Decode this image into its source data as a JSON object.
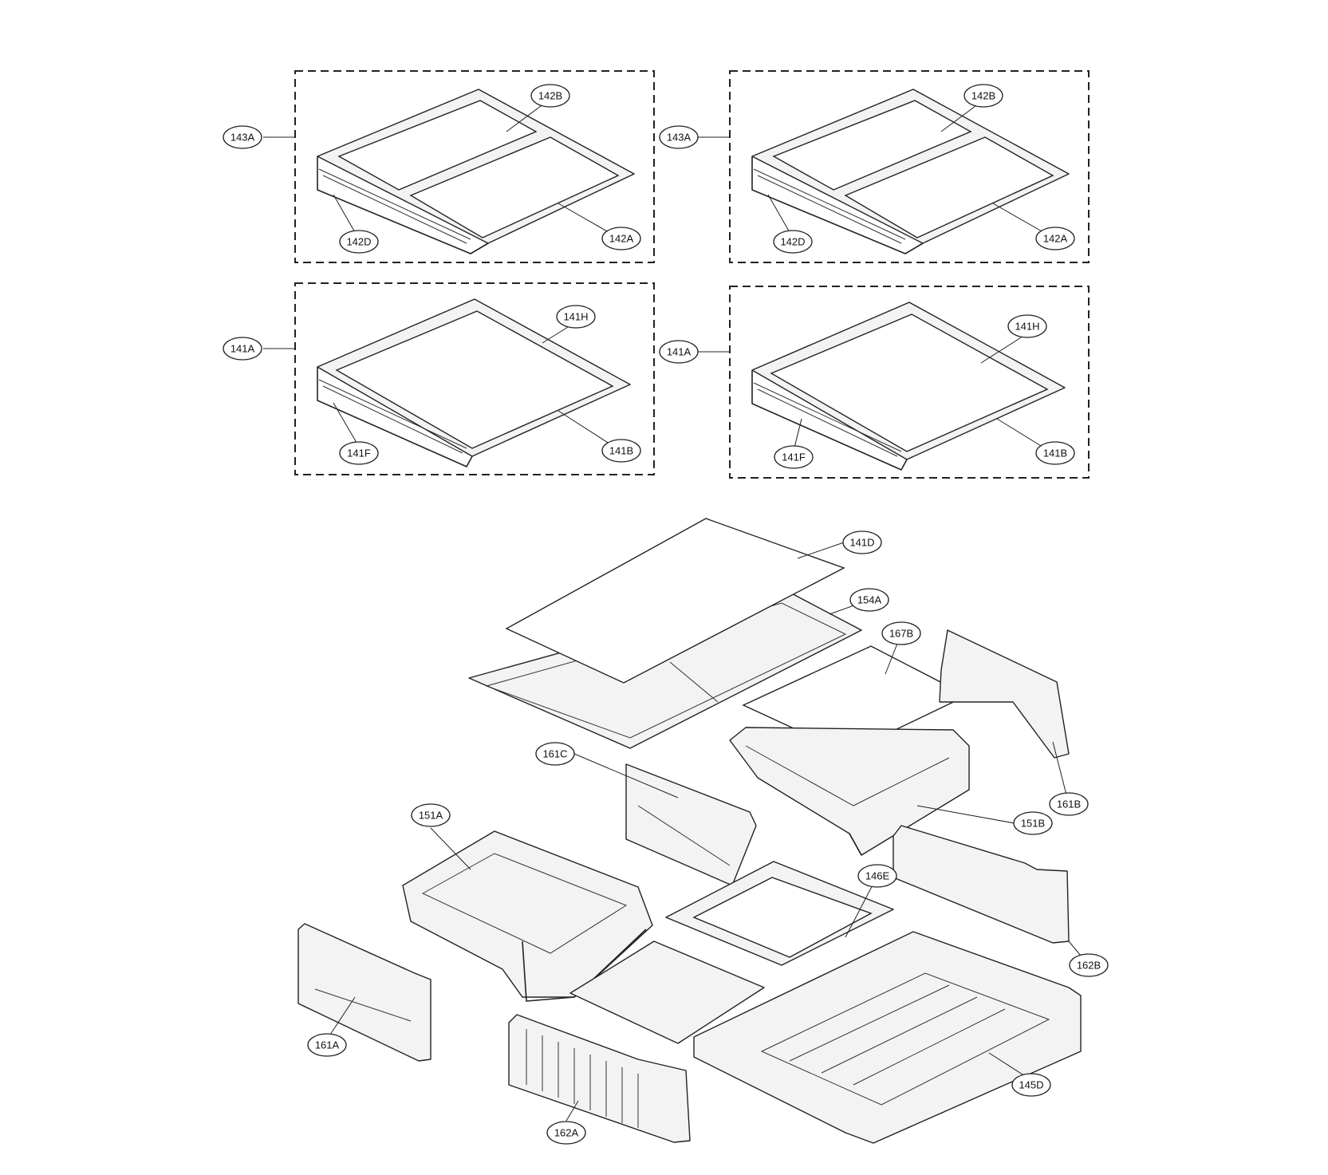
{
  "diagram": {
    "callouts": {
      "c143A_l": "143A",
      "c142B_l": "142B",
      "c142D_l": "142D",
      "c142A_l": "142A",
      "c143A_r": "143A",
      "c142B_r": "142B",
      "c142D_r": "142D",
      "c142A_r": "142A",
      "c141A_l": "141A",
      "c141H_l": "141H",
      "c141F_l": "141F",
      "c141B_l": "141B",
      "c141A_r": "141A",
      "c141H_r": "141H",
      "c141F_r": "141F",
      "c141B_r": "141B",
      "c141D": "141D",
      "c154A": "154A",
      "c167B": "167B",
      "c161C": "161C",
      "c161B": "161B",
      "c151A": "151A",
      "c151B": "151B",
      "c146E": "146E",
      "c162B": "162B",
      "c161A": "161A",
      "c145D": "145D",
      "c162A": "162A"
    }
  }
}
